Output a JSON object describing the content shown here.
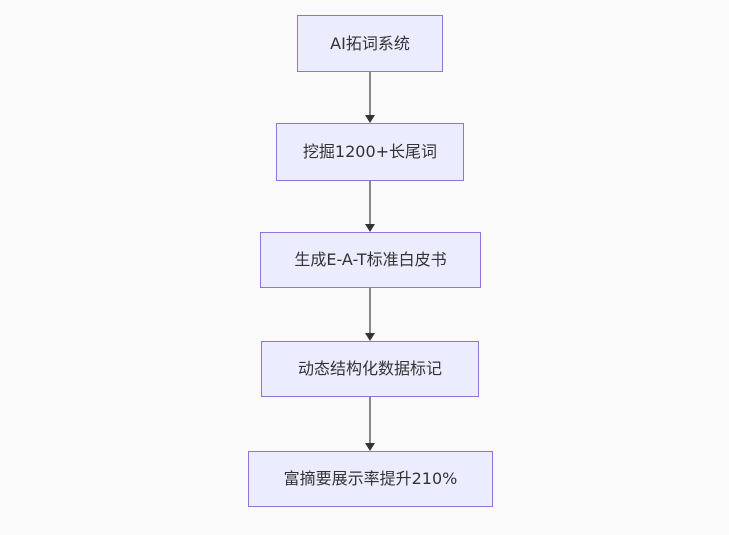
{
  "diagram": {
    "type": "flowchart",
    "direction": "top-to-bottom",
    "nodes": [
      {
        "label": "AI拓词系统"
      },
      {
        "label": "挖掘1200+长尾词"
      },
      {
        "label": "生成E-A-T标准白皮书"
      },
      {
        "label": "动态结构化数据标记"
      },
      {
        "label": "富摘要展示率提升210%"
      }
    ],
    "edges": [
      {
        "from": "AI拓词系统",
        "to": "挖掘1200+长尾词",
        "arrow": "down"
      },
      {
        "from": "挖掘1200+长尾词",
        "to": "生成E-A-T标准白皮书",
        "arrow": "down"
      },
      {
        "from": "生成E-A-T标准白皮书",
        "to": "动态结构化数据标记",
        "arrow": "down"
      },
      {
        "from": "动态结构化数据标记",
        "to": "富摘要展示率提升210%",
        "arrow": "down"
      }
    ],
    "colors": {
      "node_fill": "#ececff",
      "node_border": "#9370db",
      "node_text": "#333333",
      "edge_line": "#888888",
      "arrowhead": "#333333",
      "background": "#fafafa"
    }
  }
}
